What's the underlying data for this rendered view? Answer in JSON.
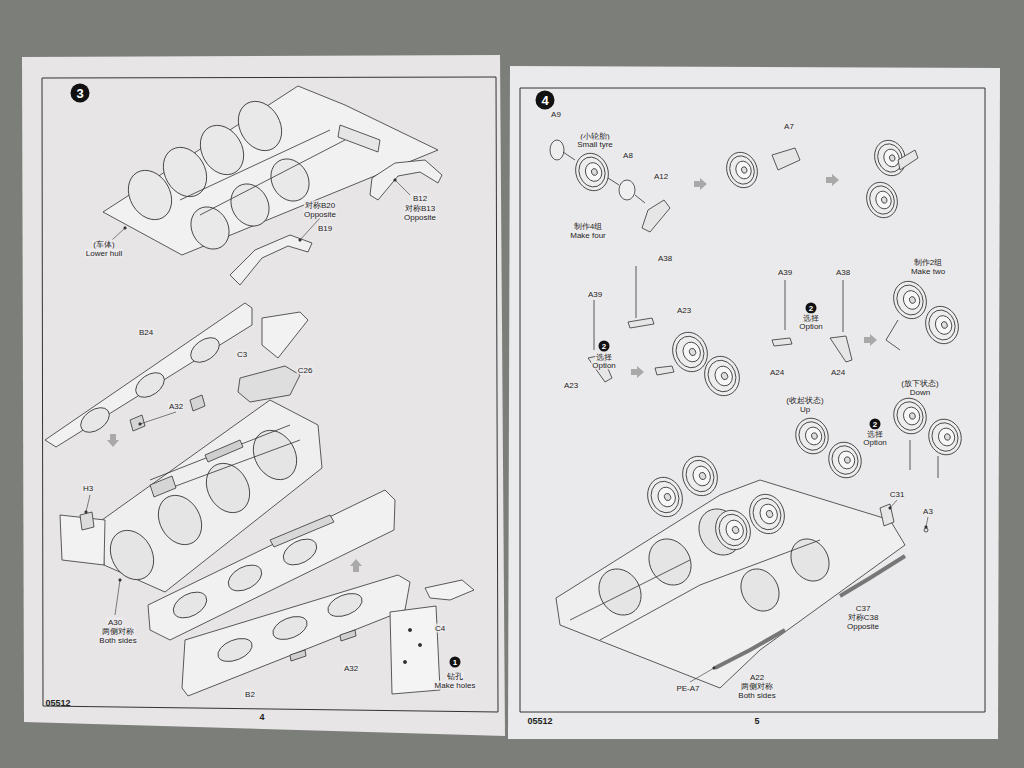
{
  "diagram": {
    "nodes": [
      {
        "text": [
          "3"
        ]
      },
      {
        "text": [
          "1"
        ]
      },
      {
        "text": [
          "4"
        ]
      },
      {
        "text": [
          "2"
        ]
      },
      {
        "text": [
          "2"
        ]
      },
      {
        "text": [
          "2"
        ]
      }
    ],
    "labels": [
      "(车体)",
      "Lower hull",
      "对称B20",
      "Opposite",
      "B19",
      "B12",
      "对称B13",
      "Opposite",
      "B24",
      "C3",
      "C26",
      "A32",
      "H3",
      "A30",
      "两侧对称",
      "Both sides",
      "A32",
      "B2",
      "C4",
      "钻孔",
      "Make holes",
      "05512",
      "4",
      "A9",
      "(小轮胎)",
      "Small tyre",
      "A8",
      "A12",
      "制作4组",
      "Make four",
      "A7",
      "A38",
      "A39",
      "A23",
      "选择",
      "Option",
      "A23",
      "A39",
      "A38",
      "选择",
      "Option",
      "A24",
      "A24",
      "制作2组",
      "Make two",
      "(放下状态)",
      "Down",
      "(收起状态)",
      "Up",
      "选择",
      "Option",
      "C31",
      "A3",
      "C37",
      "对称C38",
      "Opposite",
      "PE-A7",
      "A22",
      "两侧对称",
      "Both sides",
      "05512",
      "5"
    ]
  }
}
